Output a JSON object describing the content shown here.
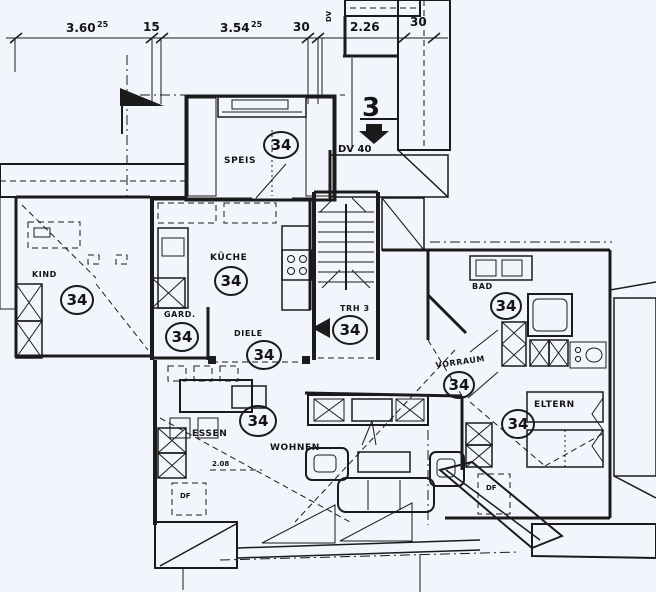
{
  "plan": {
    "unit": "34",
    "stair_number": "3",
    "dims": {
      "a": "3.60",
      "a_sup": "25",
      "b": "15",
      "c": "3.54",
      "c_sup": "25",
      "d": "30",
      "e": "2.26",
      "f": "30",
      "g": "2.08"
    },
    "labels": {
      "dv": "DV",
      "dv40": "DV 40",
      "trh": "TRH 3",
      "df": "DF",
      "kind": "KIND",
      "speis": "SPEIS",
      "kueche": "KÜCHE",
      "gard": "GARD.",
      "diele": "DIELE",
      "essen": "ESSEN",
      "wohnen": "WOHNEN",
      "bad": "BAD",
      "vorraum": "VORRAUM",
      "eltern": "ELTERN"
    }
  },
  "colors": {
    "ink": "#1b1b1b",
    "paper": "#f2f5fb"
  }
}
